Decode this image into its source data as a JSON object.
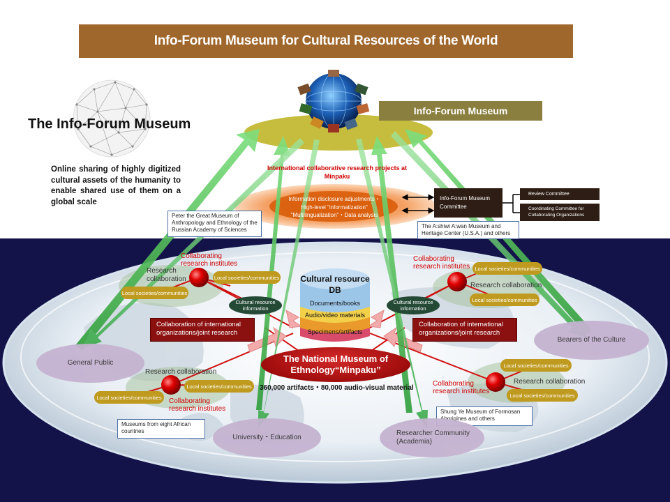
{
  "title": "Info-Forum Museum for Cultural Resources of the World",
  "info_forum_badge": "Info-Forum Museum",
  "heading": "The Info-Forum Museum",
  "description": "Online sharing of highly digitized cultural assets of the humanity to enable shared use of them on a global scale",
  "intl_projects": "International collaborative research projects at Minpaku",
  "info_disclosure": {
    "line1": "Information disclosure adjustments・",
    "line2": "High-level \"informatization\"",
    "line3": "\"Multilingualization\"・Data analysis"
  },
  "committee": {
    "main_l1": "Info-Forum Museum",
    "main_l2": "Committee",
    "review": "Review Committee",
    "coord_l1": "Coordinating Committee for",
    "coord_l2": "Collaborating Organizations"
  },
  "partners": {
    "peter": "Peter the Great Museum of Anthropology and Ethnology of the Russian Academy of Sciences",
    "ashiwi": "The A:shiwi A:wan Museum and Heritage Center (U.S.A.) and others",
    "shung": "Shung Ye Museum of Formosan Aborigines and others",
    "africa": "Museums from eight African countries"
  },
  "db": {
    "title_l1": "Cultural resource",
    "title_l2": "DB",
    "layers": [
      "Documents/books",
      "Audio/video materials",
      "Specimens/artifacts"
    ]
  },
  "cultural_info": {
    "l1": "Cultural resource",
    "l2": "information"
  },
  "collab_box": {
    "l1": "Collaboration of international",
    "l2": "organizations/joint research"
  },
  "collab_institutes": {
    "l1": "Collaborating",
    "l2": "research institutes"
  },
  "research_collab": "Research collaboration",
  "research_collab_split": {
    "l1": "Research",
    "l2": "collaboration"
  },
  "local": "Local societies/communities",
  "minpaku": {
    "l1": "The National Museum of",
    "l2": "Ethnology“Minpaku”"
  },
  "stat": "360,000 artifacts・80,000 audio-visual material",
  "audiences": {
    "general": "General Public",
    "university": "University・Education",
    "researcher_l1": "Researcher Community",
    "researcher_l2": "(Academia)",
    "bearers": "Bearers of the Culture"
  },
  "colors": {
    "title_bar": "#a0672c",
    "badge": "#8b7f3f",
    "navy": "#13134a",
    "arrow_green": "#4fbf4f",
    "red": "#d00000",
    "gold": "#bf9a1e"
  }
}
